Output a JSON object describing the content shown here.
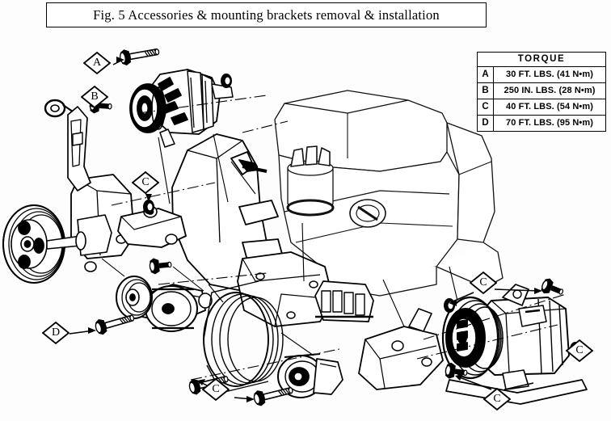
{
  "figure": {
    "caption": "Fig. 5 Accessories & mounting brackets removal & installation",
    "type": "exploded-parts-diagram",
    "subject": "Engine front accessory drive — accessories and mounting brackets"
  },
  "torque_table": {
    "header": "TORQUE",
    "rows": [
      {
        "key": "A",
        "value": "30 FT. LBS. (41 N•m)"
      },
      {
        "key": "B",
        "value": "250 IN. LBS. (28 N•m)"
      },
      {
        "key": "C",
        "value": "40 FT. LBS. (54 N•m)"
      },
      {
        "key": "D",
        "value": "70 FT. LBS. (95 N•m)"
      }
    ]
  },
  "callouts": [
    {
      "id": "callout-a",
      "label": "A"
    },
    {
      "id": "callout-b",
      "label": "B"
    },
    {
      "id": "callout-c1",
      "label": "C"
    },
    {
      "id": "callout-c2",
      "label": "C"
    },
    {
      "id": "callout-c3",
      "label": "C"
    },
    {
      "id": "callout-c4",
      "label": "C"
    },
    {
      "id": "callout-c5",
      "label": "C"
    },
    {
      "id": "callout-d",
      "label": "D"
    }
  ],
  "colors": {
    "line": "#000000",
    "fill_white": "#ffffff",
    "page_background": "#fdfdfd",
    "shade_light": "#f2f2f2"
  }
}
